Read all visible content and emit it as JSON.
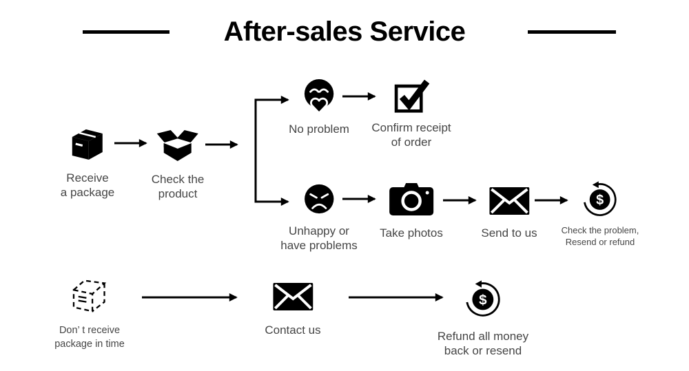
{
  "title": "After-sales Service",
  "colors": {
    "ink": "#000000",
    "label_text": "#454545",
    "background": "#ffffff"
  },
  "icons": {
    "dollar_glyph": "$"
  },
  "flow": {
    "main": {
      "receive_package": {
        "label": "Receive\na package",
        "icon": "package-icon"
      },
      "check_product": {
        "label": "Check the\nproduct",
        "icon": "open-box-icon"
      }
    },
    "happy_branch": {
      "no_problem": {
        "label": "No problem",
        "icon": "happy-face-heart-icon"
      },
      "confirm_receipt": {
        "label": "Confirm receipt\nof order",
        "icon": "checkbox-checked-icon"
      }
    },
    "problem_branch": {
      "unhappy": {
        "label": "Unhappy or\nhave problems",
        "icon": "sad-face-icon"
      },
      "take_photos": {
        "label": "Take photos",
        "icon": "camera-icon"
      },
      "send_to_us": {
        "label": "Send to us",
        "icon": "envelope-icon"
      },
      "check_problem": {
        "label": "Check the problem,\nResend or refund",
        "icon": "money-refund-icon"
      }
    },
    "late_branch": {
      "dont_receive": {
        "label": "Don’ t receive\npackage in time",
        "icon": "dashed-package-icon"
      },
      "contact_us": {
        "label": "Contact us",
        "icon": "envelope-icon"
      },
      "refund_money": {
        "label": "Refund all money\nback or resend",
        "icon": "money-refund-icon"
      }
    }
  }
}
